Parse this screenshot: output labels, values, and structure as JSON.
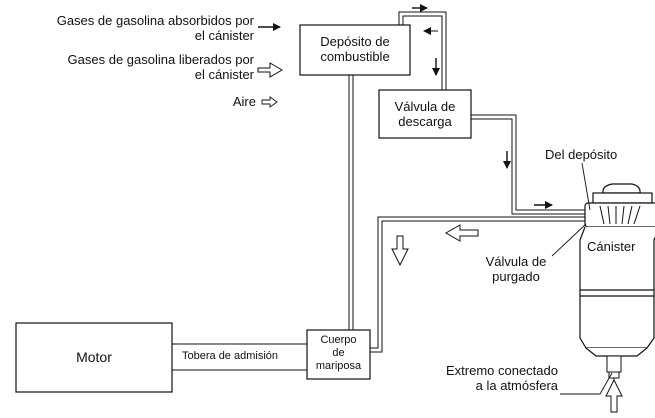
{
  "legend": {
    "absorbed_line1": "Gases de gasolina absorbidos por",
    "absorbed_line2": "el cánister",
    "released_line1": "Gases de gasolina liberados por",
    "released_line2": "el cánister",
    "air": "Aire"
  },
  "nodes": {
    "tank_line1": "Depósito de",
    "tank_line2": "combustible",
    "valve_line1": "Válvula de",
    "valve_line2": "descarga",
    "canister": "Cánister",
    "motor": "Motor",
    "throttle_line1": "Cuerpo",
    "throttle_line2": "de",
    "throttle_line3": "mariposa"
  },
  "labels": {
    "from_tank": "Del depósito",
    "purge_line1": "Válvula de",
    "purge_line2": "purgado",
    "intake": "Tobera de admisión",
    "vent_line1": "Extremo conectado",
    "vent_line2": "a la atmósfera"
  }
}
